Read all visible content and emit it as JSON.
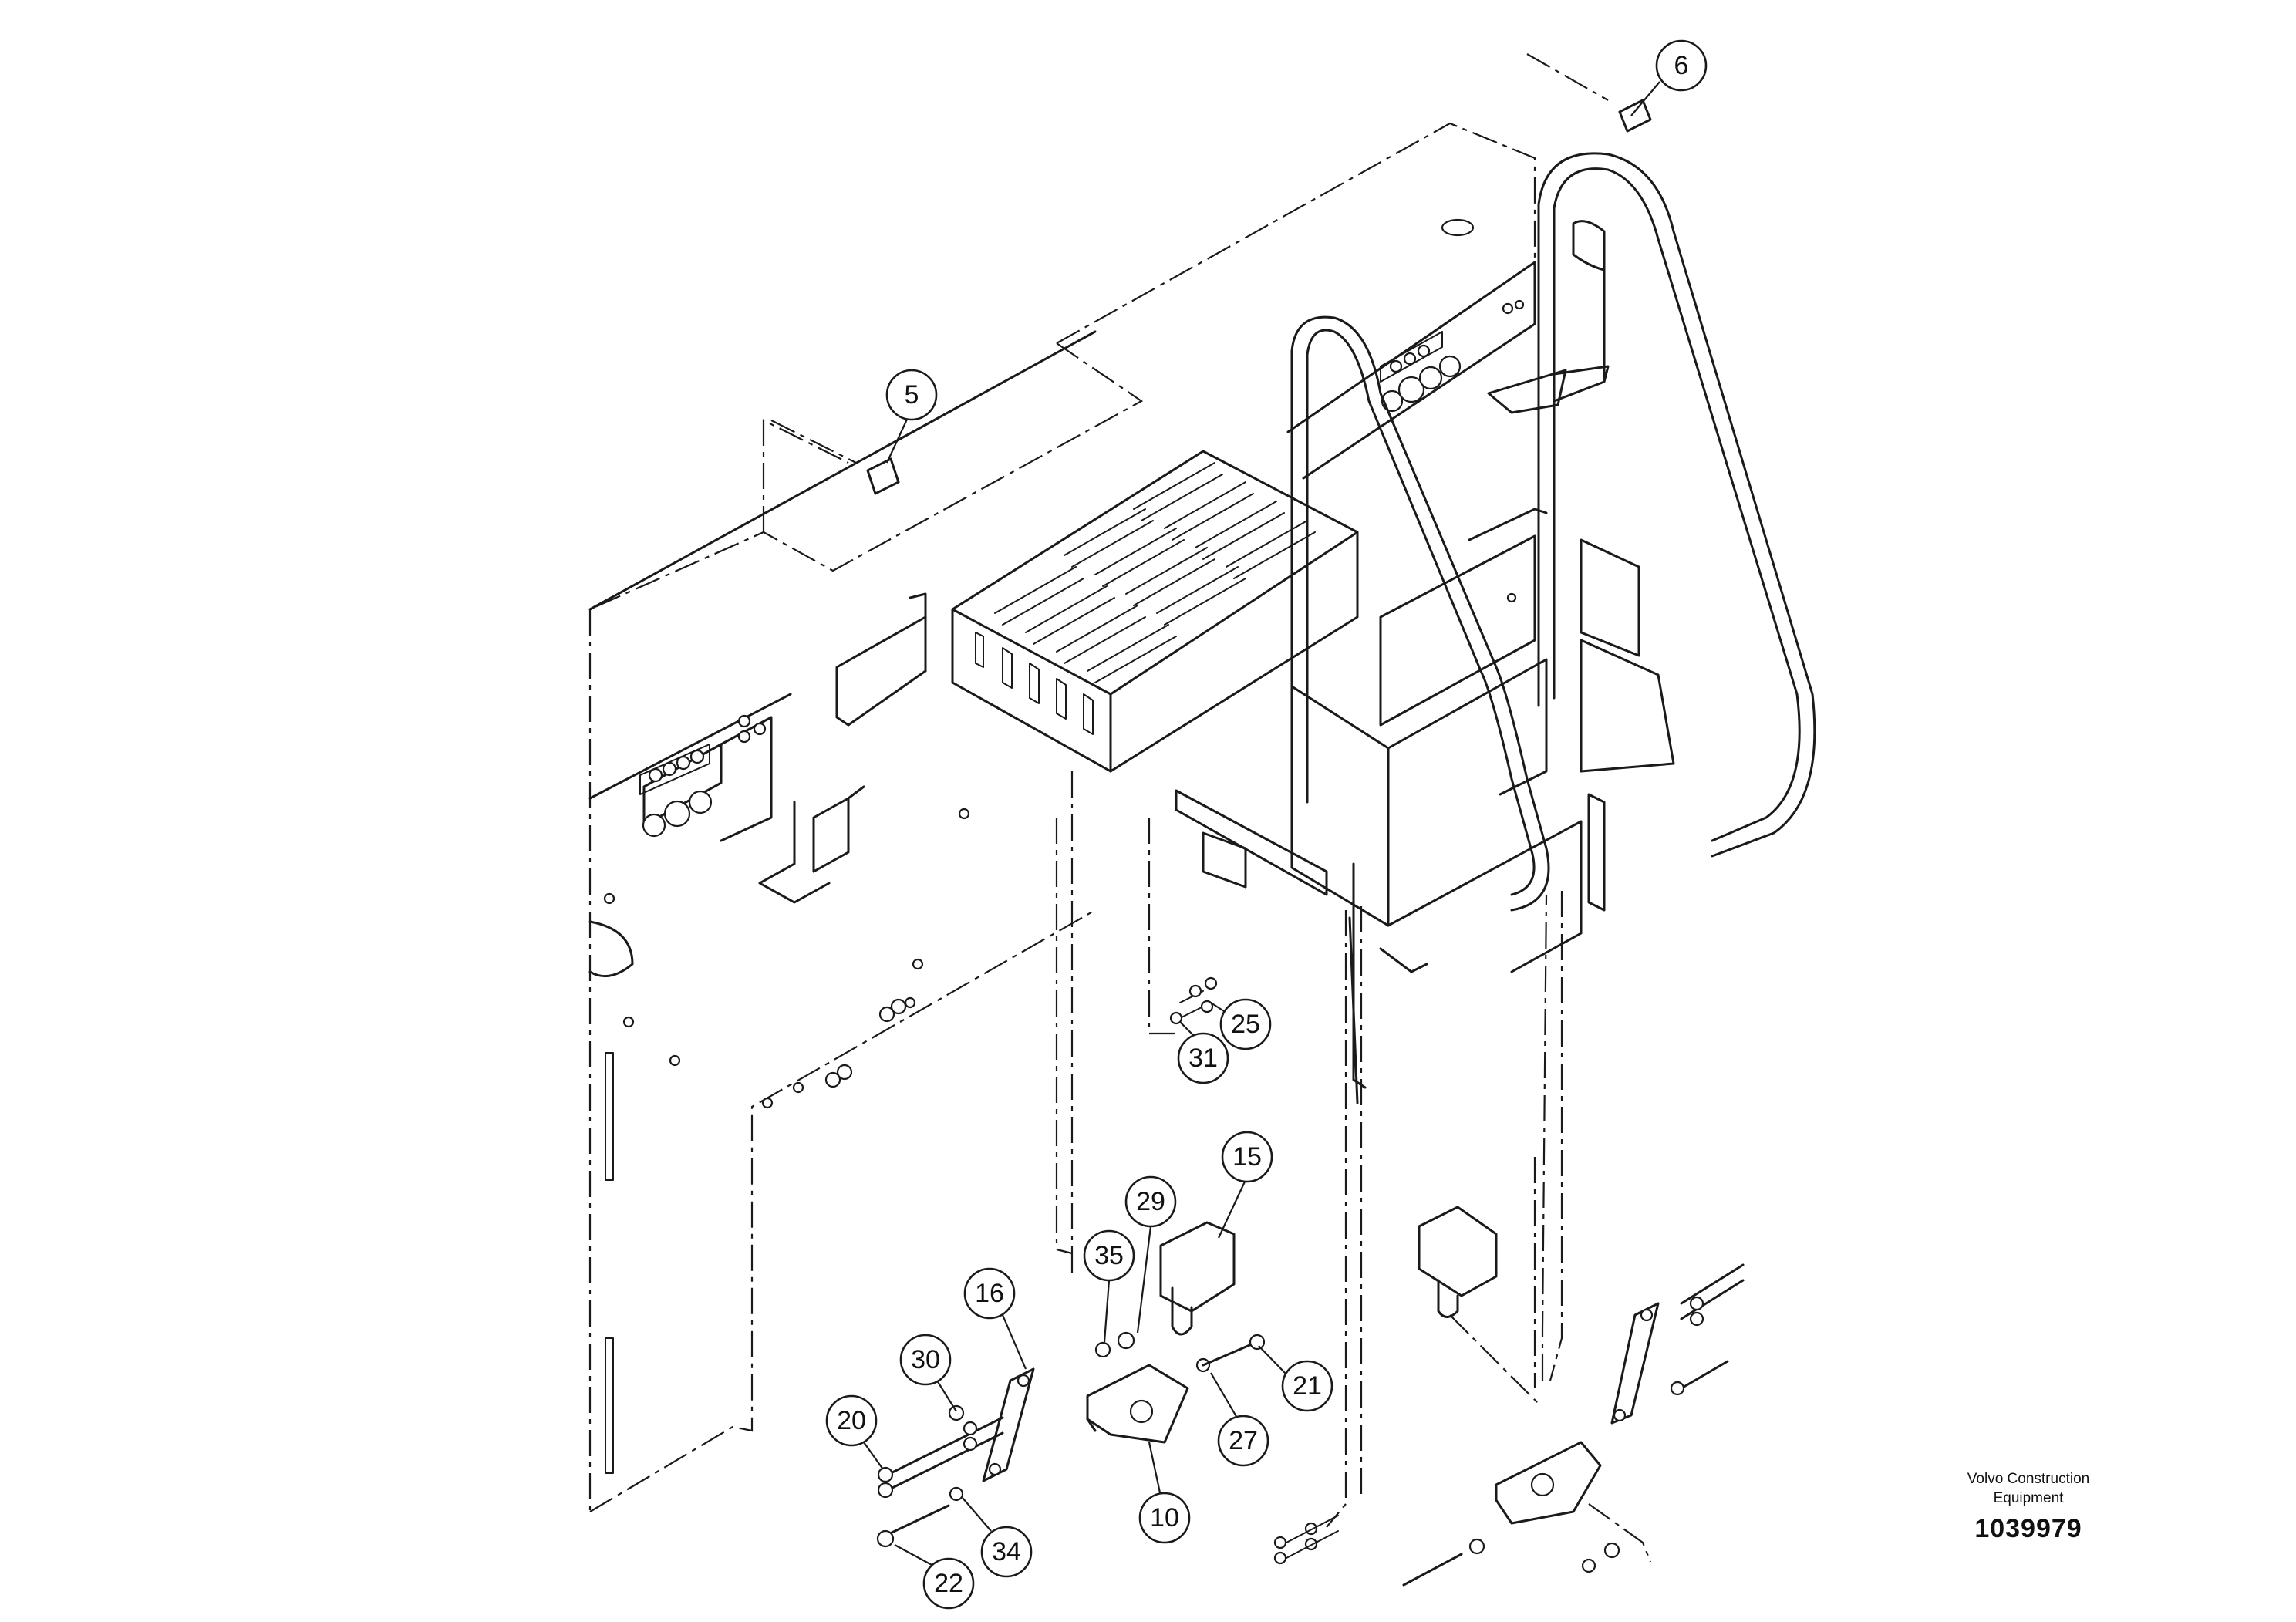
{
  "diagram": {
    "callouts": [
      {
        "id": "c6",
        "label": "6"
      },
      {
        "id": "c5",
        "label": "5"
      },
      {
        "id": "c25",
        "label": "25"
      },
      {
        "id": "c31",
        "label": "31"
      },
      {
        "id": "c15",
        "label": "15"
      },
      {
        "id": "c29",
        "label": "29"
      },
      {
        "id": "c35",
        "label": "35"
      },
      {
        "id": "c16",
        "label": "16"
      },
      {
        "id": "c30",
        "label": "30"
      },
      {
        "id": "c20",
        "label": "20"
      },
      {
        "id": "c21",
        "label": "21"
      },
      {
        "id": "c27",
        "label": "27"
      },
      {
        "id": "c10",
        "label": "10"
      },
      {
        "id": "c34",
        "label": "34"
      },
      {
        "id": "c22",
        "label": "22"
      }
    ]
  },
  "credit": {
    "line1": "Volvo Construction",
    "line2": "Equipment",
    "number": "1039979"
  }
}
